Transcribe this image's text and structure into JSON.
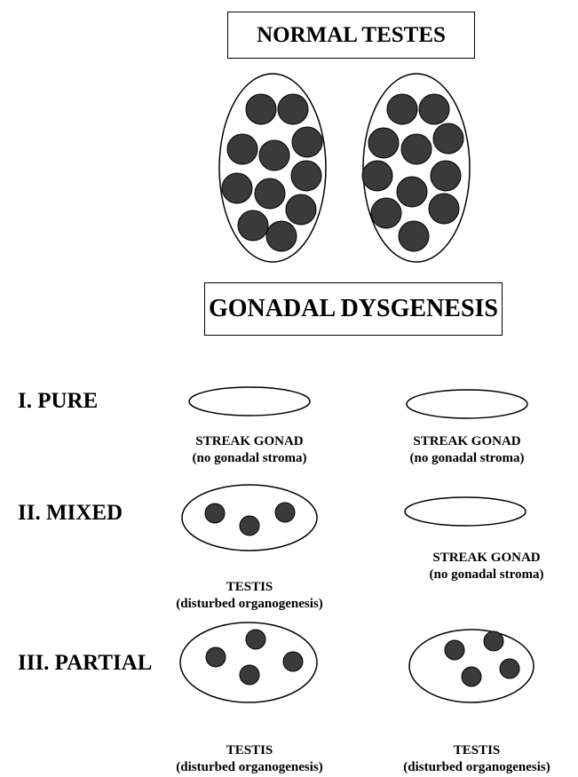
{
  "titles": {
    "normal": "NORMAL TESTES",
    "dysgenesis": "GONADAL DYSGENESIS"
  },
  "rows": [
    {
      "label": "I. PURE",
      "left": {
        "kind": "streak",
        "line1": "STREAK  GONAD",
        "line2": "(no gonadal stroma)"
      },
      "right": {
        "kind": "streak",
        "line1": "STREAK  GONAD",
        "line2": "(no gonadal stroma)"
      }
    },
    {
      "label": "II. MIXED",
      "left": {
        "kind": "testis",
        "line1": "TESTIS",
        "line2": "(disturbed organogenesis)"
      },
      "right": {
        "kind": "streak",
        "line1": "STREAK  GONAD",
        "line2": "(no gonadal stroma)"
      }
    },
    {
      "label": "III. PARTIAL",
      "left": {
        "kind": "testis",
        "line1": "TESTIS",
        "line2": "(disturbed organogenesis)"
      },
      "right": {
        "kind": "testis",
        "line1": "TESTIS",
        "line2": "(disturbed organogenesis)"
      }
    }
  ],
  "colors": {
    "outline": "#000000",
    "tubule": "#3a3a3a",
    "background": "#ffffff"
  }
}
